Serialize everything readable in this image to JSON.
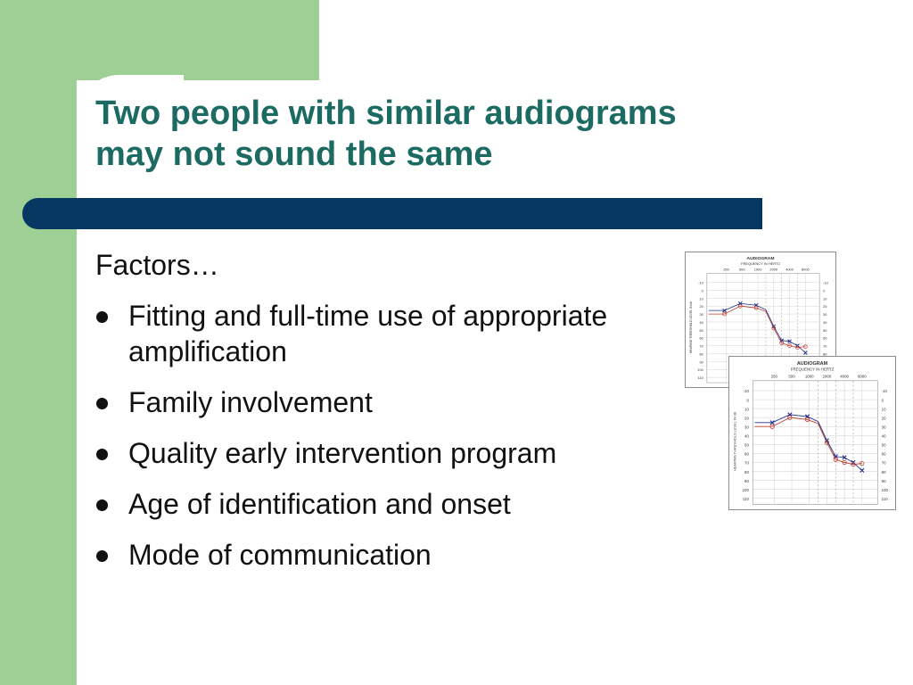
{
  "slide": {
    "title_line1": "Two people with similar audiograms",
    "title_line2": "may not sound the same",
    "intro": "Factors…",
    "bullets": [
      "Fitting and full-time use of appropriate amplification",
      "Family involvement",
      "Quality early intervention program",
      "Age of identification and onset",
      "Mode of communication"
    ]
  },
  "audiogram": {
    "title": "AUDIOGRAM",
    "subtitle": "FREQUENCY IN HERTZ",
    "ylabel": "HEARING THRESHOLD LEVEL IN db",
    "freq_ticks": [
      "250",
      "500",
      "1000",
      "2000",
      "4000",
      "8000"
    ],
    "db_ticks": [
      "-10",
      "0",
      "10",
      "20",
      "30",
      "40",
      "50",
      "60",
      "70",
      "80",
      "90",
      "100",
      "110"
    ]
  },
  "colors": {
    "title": "#1c6b63",
    "bar": "#063763",
    "green": "#9ecf94",
    "series_x": "#1f2f8c",
    "series_o": "#c0392b"
  }
}
